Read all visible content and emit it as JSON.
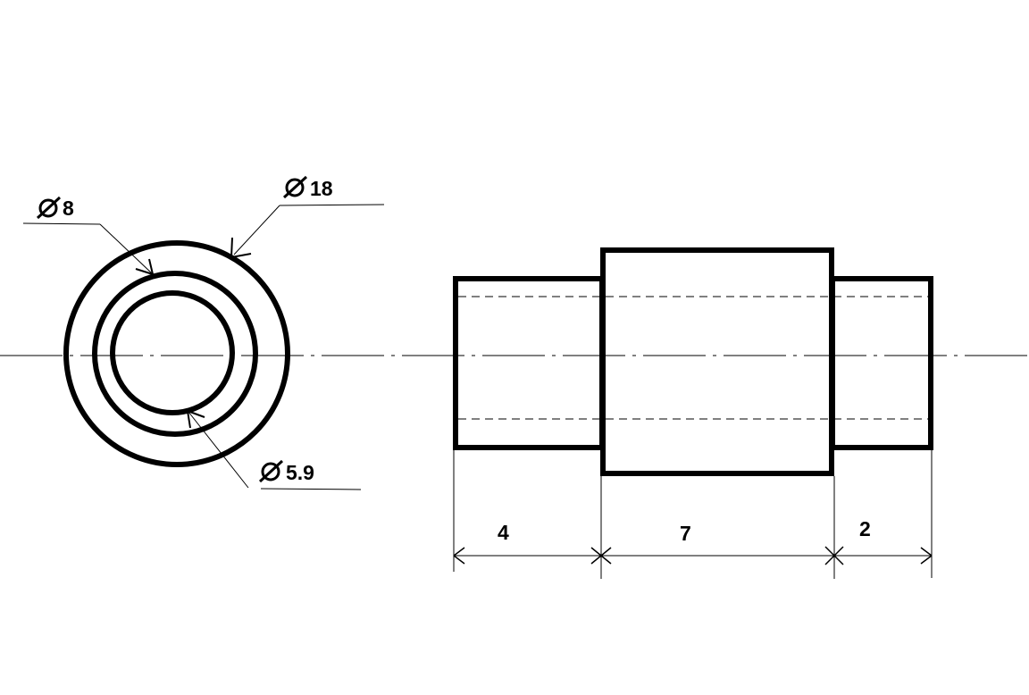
{
  "colors": {
    "background": "#ffffff",
    "line": "#000000"
  },
  "end_view": {
    "outer_diameter": "18",
    "middle_diameter": "8",
    "inner_diameter": "5.9"
  },
  "side_view": {
    "segment_lengths": [
      "4",
      "7",
      "2"
    ]
  },
  "symbols": {
    "diameter": "diameter-symbol"
  }
}
